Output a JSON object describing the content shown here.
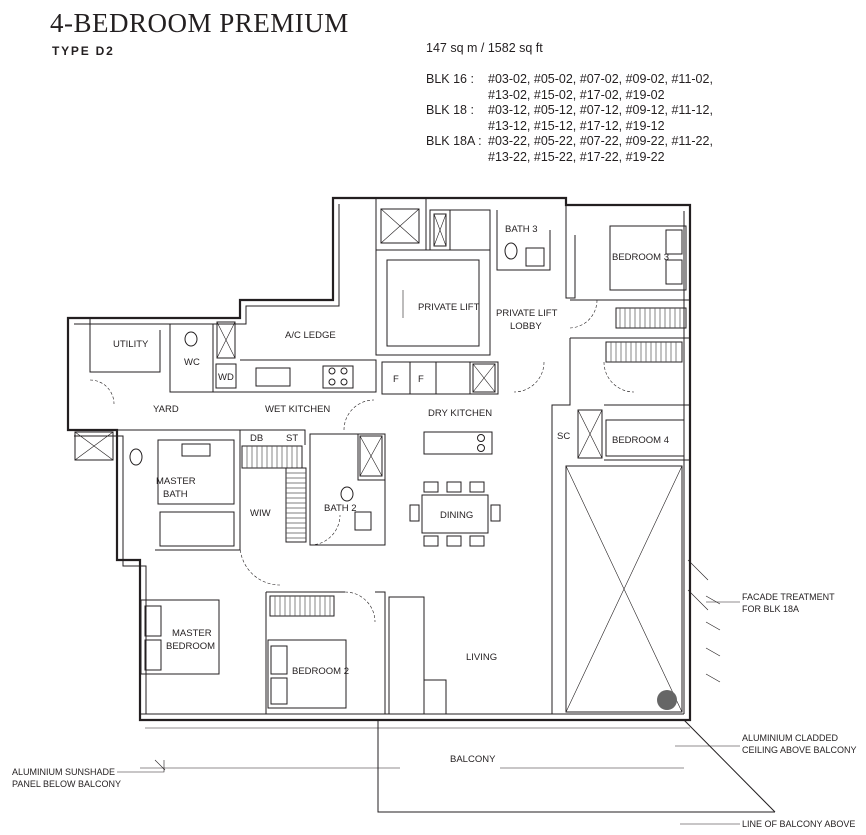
{
  "header": {
    "title": "4-BEDROOM PREMIUM",
    "type_label": "TYPE D2",
    "area": "147 sq m / 1582 sq ft"
  },
  "units": [
    {
      "block": "BLK 16 :",
      "lines": [
        "#03-02, #05-02, #07-02, #09-02, #11-02,",
        "#13-02, #15-02, #17-02, #19-02"
      ]
    },
    {
      "block": "BLK 18 :",
      "lines": [
        "#03-12, #05-12, #07-12, #09-12, #11-12,",
        "#13-12, #15-12, #17-12, #19-12"
      ]
    },
    {
      "block": "BLK 18A :",
      "lines": [
        "#03-22, #05-22, #07-22, #09-22, #11-22,",
        "#13-22, #15-22, #17-22, #19-22"
      ]
    }
  ],
  "rooms": {
    "bath3": "BATH 3",
    "bedroom3": "BEDROOM 3",
    "private_lift": "PRIVATE LIFT",
    "private_lift_lobby_1": "PRIVATE LIFT",
    "private_lift_lobby_2": "LOBBY",
    "ac_ledge": "A/C LEDGE",
    "utility": "UTILITY",
    "wc": "WC",
    "wd": "WD",
    "fridge": "F",
    "yard": "YARD",
    "wet_kitchen": "WET KITCHEN",
    "dry_kitchen": "DRY KITCHEN",
    "sc": "SC",
    "bedroom4": "BEDROOM 4",
    "db": "DB",
    "st": "ST",
    "master_bath_1": "MASTER",
    "master_bath_2": "BATH",
    "wiw": "WIW",
    "bath2": "BATH 2",
    "dining": "DINING",
    "master_bedroom_1": "MASTER",
    "master_bedroom_2": "BEDROOM",
    "bedroom2": "BEDROOM 2",
    "living": "LIVING",
    "balcony": "BALCONY"
  },
  "annotations": {
    "facade_1": "FACADE TREATMENT",
    "facade_2": "FOR BLK 18A",
    "ceiling_1": "ALUMINIUM CLADDED",
    "ceiling_2": "CEILING ABOVE BALCONY",
    "sunshade_1": "ALUMINIUM SUNSHADE",
    "sunshade_2": "PANEL BELOW BALCONY",
    "balcony_line": "LINE OF BALCONY ABOVE"
  }
}
